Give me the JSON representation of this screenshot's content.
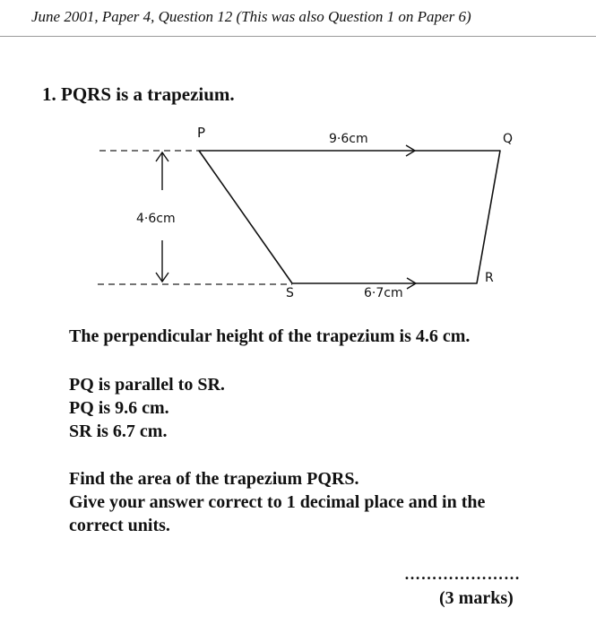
{
  "header": {
    "source": "June 2001, Paper 4, Question 12 (This was also Question 1 on Paper 6)"
  },
  "question": {
    "title": "1. PQRS is a trapezium.",
    "height_statement": "The perpendicular height of the trapezium is 4.6 cm.",
    "facts": [
      "PQ is parallel to SR.",
      "PQ is 9.6 cm.",
      "SR is 6.7 cm."
    ],
    "task": [
      "Find the area of the trapezium PQRS.",
      "Give your answer correct to 1 decimal place and in the",
      "correct units."
    ]
  },
  "diagram": {
    "vertex_labels": {
      "p": "P",
      "q": "Q",
      "r": "R",
      "s": "S"
    },
    "top_length": "9·6cm",
    "bottom_length": "6·7cm",
    "height": "4·6cm"
  },
  "answer": {
    "line": "…………………",
    "marks": "(3 marks)"
  }
}
